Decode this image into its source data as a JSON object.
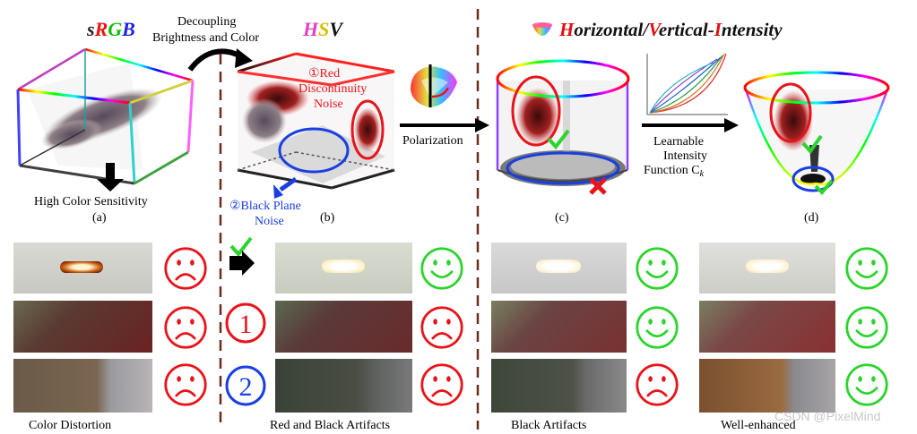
{
  "labels": {
    "srgb_s": "s",
    "srgb_r": "R",
    "srgb_g": "G",
    "srgb_b": "B",
    "hsv_h": "H",
    "hsv_s": "S",
    "hsv_v": "V",
    "hvi_h": "H",
    "hvi_orizontal": "orizontal/",
    "hvi_v": "V",
    "hvi_ertical": "ertical-",
    "hvi_i": "I",
    "hvi_ntensity": "ntensity",
    "decoupling_line1": "Decoupling",
    "decoupling_line2": "Brightness and Color",
    "red_noise_l1": "①Red",
    "red_noise_l2": "Discontinuity",
    "red_noise_l3": "Noise",
    "black_noise_l1": "②Black Plane",
    "black_noise_l2": "Noise",
    "high_color": "High Color Sensitivity",
    "polarization": "Polarization",
    "learnable_l1": "Learnable",
    "learnable_l2": "Intensity",
    "learnable_l3": "Function C",
    "learnable_sub": "k",
    "panel_a": "(a)",
    "panel_b": "(b)",
    "panel_c": "(c)",
    "panel_d": "(d)",
    "num1": "1",
    "num2": "2",
    "cap_color_distortion": "Color Distortion",
    "cap_red_black": "Red and Black Artifacts",
    "cap_black": "Black Artifacts",
    "cap_well": "Well-enhanced",
    "watermark": "CSDN @PixelMind"
  },
  "colors": {
    "sad": "#e8141b",
    "happy": "#2dd42d",
    "blue_mark": "#1a3fe0",
    "divider": "#6b2d1e"
  },
  "faces": [
    {
      "col": 0,
      "row": 0,
      "mood": "sad"
    },
    {
      "col": 0,
      "row": 1,
      "mood": "sad"
    },
    {
      "col": 0,
      "row": 2,
      "mood": "sad"
    },
    {
      "col": 1,
      "row": 0,
      "mood": "happy"
    },
    {
      "col": 1,
      "row": 1,
      "mood": "sad"
    },
    {
      "col": 1,
      "row": 2,
      "mood": "sad"
    },
    {
      "col": 2,
      "row": 0,
      "mood": "happy"
    },
    {
      "col": 2,
      "row": 1,
      "mood": "happy"
    },
    {
      "col": 2,
      "row": 2,
      "mood": "sad"
    },
    {
      "col": 3,
      "row": 0,
      "mood": "happy"
    },
    {
      "col": 3,
      "row": 1,
      "mood": "happy"
    },
    {
      "col": 3,
      "row": 2,
      "mood": "happy"
    }
  ]
}
